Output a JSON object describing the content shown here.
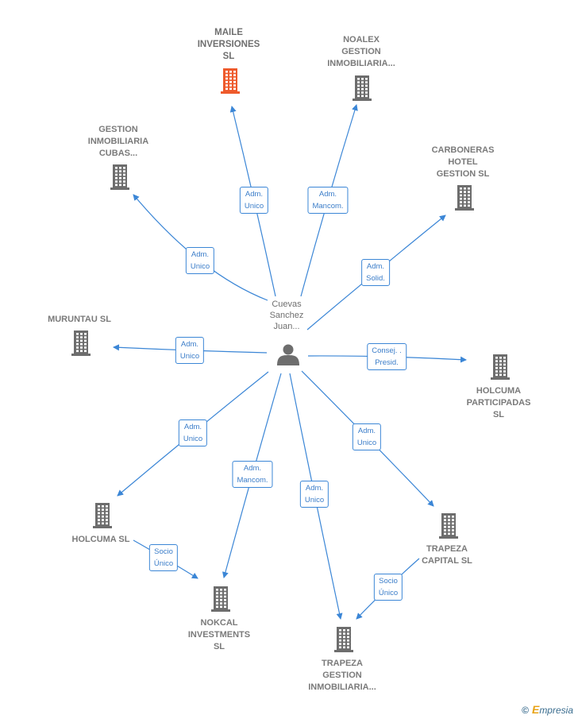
{
  "center": {
    "name": "Cuevas\nSanchez\nJuan...",
    "icon": "person-icon"
  },
  "colors": {
    "edge": "#3b86d6",
    "building": "#6d6d6d",
    "building_focus": "#ee5a2c"
  },
  "companies": [
    {
      "id": "maile",
      "name": "MAILE\nINVERSIONES\nSL",
      "focus": true
    },
    {
      "id": "noalex",
      "name": "NOALEX\nGESTION\nINMOBILIARIA..."
    },
    {
      "id": "gestion_cubas",
      "name": "GESTION\nINMOBILIARIA\nCUBAS..."
    },
    {
      "id": "carboneras",
      "name": "CARBONERAS\nHOTEL\nGESTION  SL"
    },
    {
      "id": "muruntau",
      "name": "MURUNTAU  SL"
    },
    {
      "id": "holcuma_part",
      "name": "HOLCUMA\nPARTICIPADAS\nSL"
    },
    {
      "id": "holcuma",
      "name": "HOLCUMA SL"
    },
    {
      "id": "trapeza_capital",
      "name": "TRAPEZA\nCAPITAL  SL"
    },
    {
      "id": "nokcal",
      "name": "NOKCAL\nINVESTMENTS\nSL"
    },
    {
      "id": "trapeza_gestion",
      "name": "TRAPEZA\nGESTION\nINMOBILIARIA..."
    }
  ],
  "relations": [
    {
      "from": "center",
      "to": "maile",
      "label": "Adm.\nUnico"
    },
    {
      "from": "center",
      "to": "noalex",
      "label": "Adm.\nMancom."
    },
    {
      "from": "center",
      "to": "gestion_cubas",
      "label": "Adm.\nUnico"
    },
    {
      "from": "center",
      "to": "carboneras",
      "label": "Adm.\nSolid."
    },
    {
      "from": "center",
      "to": "muruntau",
      "label": "Adm.\nUnico"
    },
    {
      "from": "center",
      "to": "holcuma_part",
      "label": "Consej. .\nPresid."
    },
    {
      "from": "center",
      "to": "holcuma",
      "label": "Adm.\nUnico"
    },
    {
      "from": "center",
      "to": "nokcal",
      "label": "Adm.\nMancom."
    },
    {
      "from": "center",
      "to": "trapeza_gestion",
      "label": "Adm.\nUnico"
    },
    {
      "from": "center",
      "to": "trapeza_capital",
      "label": "Adm.\nUnico"
    },
    {
      "from": "holcuma",
      "to": "nokcal",
      "label": "Socio\nÚnico"
    },
    {
      "from": "trapeza_capital",
      "to": "trapeza_gestion",
      "label": "Socio\nÚnico"
    }
  ],
  "footer": {
    "copyright": "©",
    "brand_initial": "E",
    "brand_rest": "mpresia"
  }
}
